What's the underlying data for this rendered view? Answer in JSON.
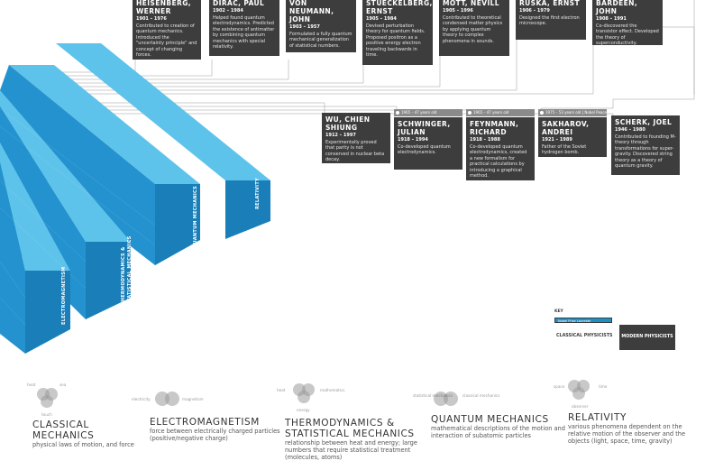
{
  "physicists_top": [
    {
      "name": "HEISENBERG, WERNER",
      "years": "1901 – 1976",
      "desc": "Contributed to creation of quantum mechanics. Introduced the \"uncertainty principle\" and concept of changing forces."
    },
    {
      "name": "DIRAC, PAUL",
      "years": "1902 – 1984",
      "desc": "Helped found quantum electrodynamics. Predicted the existence of antimatter by combining quantum mechanics with special relativity."
    },
    {
      "name": "VON NEUMANN, JOHN",
      "years": "1903 – 1957",
      "desc": "Formulated a fully quantum mechanical generalization of statistical numbers."
    },
    {
      "name": "STUECKELBERG, ERNST",
      "years": "1905 – 1984",
      "desc": "Devised perturbation theory for quantum fields. Proposed positron as a positive energy electron traveling backwards in time."
    },
    {
      "name": "MOTT, NEVILL",
      "years": "1905 – 1996",
      "desc": "Contributed to theoretical condensed matter physics by applying quantum theory to complex phenomena in sounds."
    },
    {
      "name": "RUSKA, ERNST",
      "years": "1906 – 1979",
      "desc": "Designed the first electron microscope."
    },
    {
      "name": "BARDEEN, JOHN",
      "years": "1908 – 1991",
      "desc": "Co-discovered the transistor effect. Developed the theory of superconductivity."
    }
  ],
  "physicists_bottom": [
    {
      "name": "WU, CHIEN SHIUNG",
      "years": "1912 – 1997",
      "desc": "Experimentally proved that parity is not conserved in nuclear beta decay.",
      "tag": ""
    },
    {
      "name": "SCHWINGER, JULIAN",
      "years": "1918 – 1994",
      "desc": "Co-developed quantum electrodynamics.",
      "tag": "1965 – 47 years old"
    },
    {
      "name": "FEYNMANN, RICHARD",
      "years": "1918 – 1988",
      "desc": "Co-developed quantum electrodynamics, created a new formalism for practical calculations by introducing a graphical method.",
      "tag": "1965 – 47 years old"
    },
    {
      "name": "SAKHAROV, ANDREI",
      "years": "1921 – 1989",
      "desc": "Father of the Soviet hydrogen bomb.",
      "tag": "1975 – 53 years old | Nobel Peace"
    },
    {
      "name": "SCHERK, JOEL",
      "years": "1946 – 1980",
      "desc": "Contributed to founding M-theory through transformations for super-gravity. Discovered string theory as a theory of quantum gravity.",
      "tag": ""
    }
  ],
  "bars": [
    {
      "label": "ELECTROMAGNETISM"
    },
    {
      "label": "THERMODYNAMICS & STATISTICAL MECHANICS"
    },
    {
      "label": "QUANTUM MECHANICS"
    },
    {
      "label": "RELATIVITY"
    }
  ],
  "key": {
    "title": "KEY",
    "nobel": "Nobel Prize Laureate",
    "classical": "CLASSICAL PHYSICISTS",
    "modern": "MODERN PHYSICISTS"
  },
  "fields": [
    {
      "title": "CLASSICAL MECHANICS",
      "subtitle": "physical laws of motion, and force",
      "venn": [
        "heat",
        "sea",
        "touch"
      ]
    },
    {
      "title": "ELECTROMAGNETISM",
      "subtitle": "force between electrically charged particles (positive/negative charge)",
      "venn": [
        "electricity",
        "magnetism"
      ]
    },
    {
      "title": "THERMODYNAMICS & STATISTICAL MECHANICS",
      "subtitle": "relationship between heat and energy; large numbers that require statistical treatment (molecules, atoms)",
      "venn": [
        "heat",
        "mathematics",
        "energy"
      ]
    },
    {
      "title": "QUANTUM MECHANICS",
      "subtitle": "mathematical descriptions of the motion and interaction of subatomic particles",
      "venn": [
        "statistical mechanics",
        "classical mechanics"
      ]
    },
    {
      "title": "RELATIVITY",
      "subtitle": "various phenomena dependent on the relative motion of the observer and the objects (light, space, time, gravity)",
      "venn": [
        "space",
        "time",
        "observer"
      ]
    }
  ],
  "colors": {
    "bar_top": "#5ec3ea",
    "bar_front": "#1c8fd0",
    "bar_side": "#0d5f8a",
    "card": "#3d3d3d",
    "venn": "#9a9a9a"
  }
}
